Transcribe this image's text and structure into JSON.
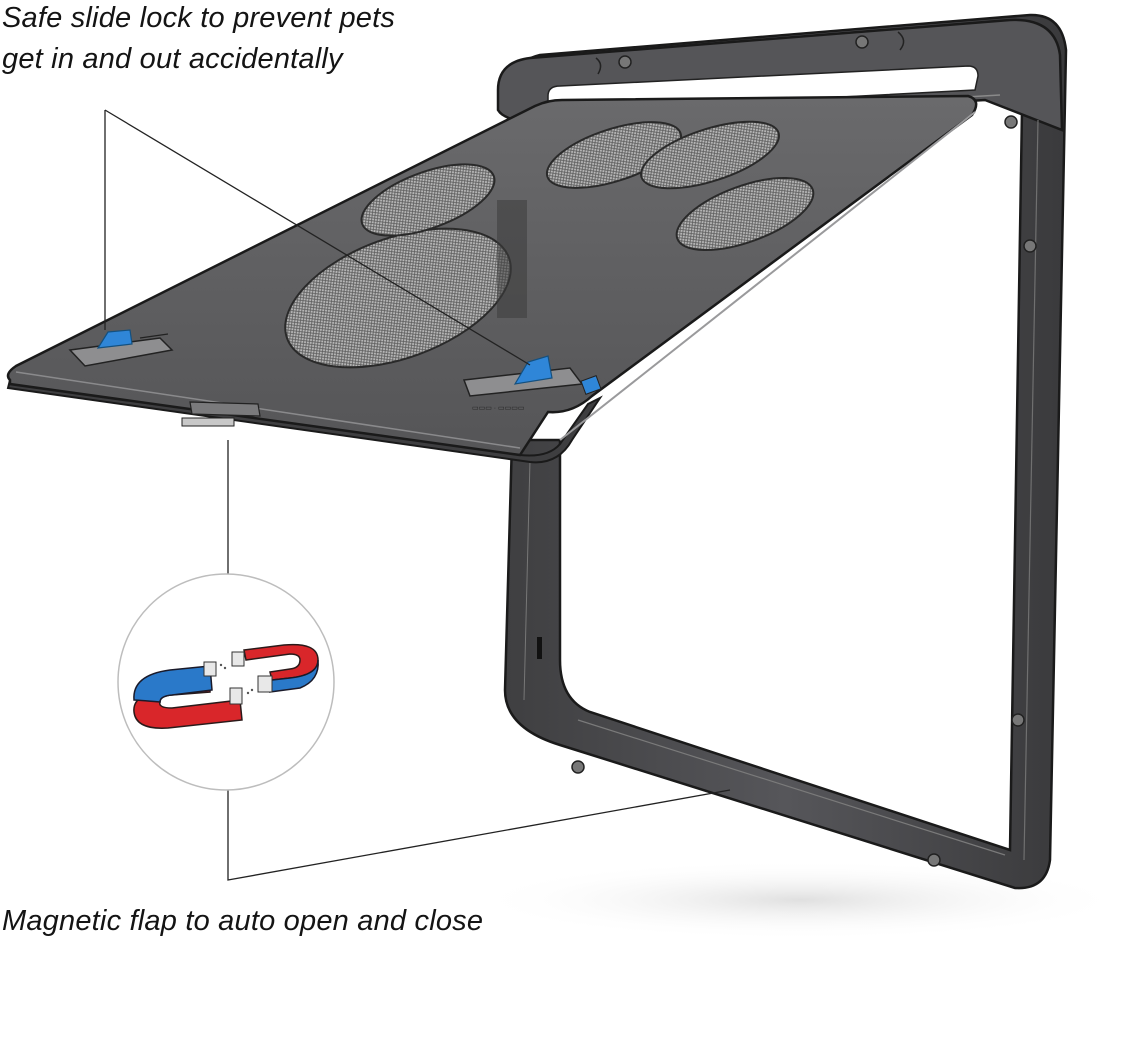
{
  "captions": {
    "top_line1": "Safe slide lock to prevent pets",
    "top_line2": "get in and out accidentally",
    "bottom": "Magnetic flap to auto open and close"
  },
  "product": {
    "name": "pet door",
    "parts": [
      "frame",
      "flap",
      "paw-mesh-windows",
      "slide-locks",
      "magnetic-strip"
    ],
    "icons": [
      "horseshoe-magnet-icon"
    ]
  },
  "colors": {
    "frame": "#4a4a4c",
    "frame_edge": "#1e1e1f",
    "flap": "#5a5a5c",
    "mesh": "#8c8c8c",
    "lock_blue": "#2f86d8",
    "magnet_red": "#d9262a",
    "magnet_blue": "#2a79c9",
    "leader_line": "#222222"
  }
}
